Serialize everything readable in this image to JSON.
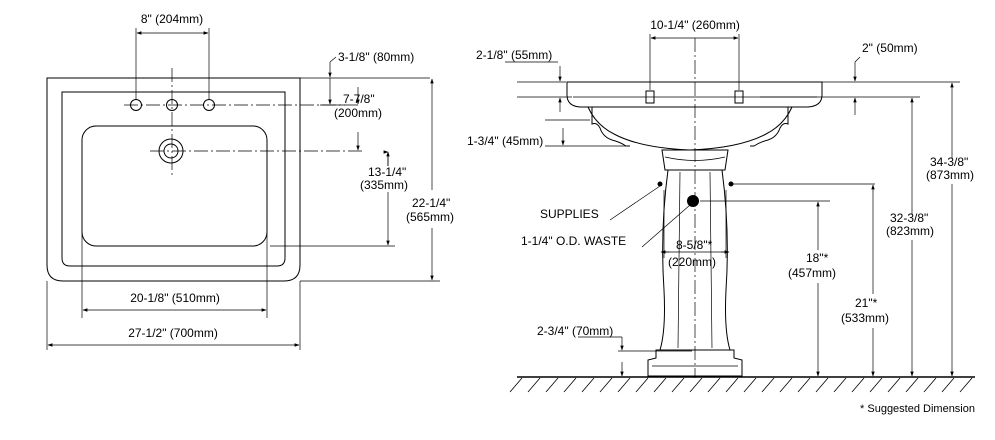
{
  "top_view": {
    "faucet_spread": "8\" (204mm)",
    "back_to_holes": "3-1/8\" (80mm)",
    "holes_to_drain_in": "7-7/8\"",
    "holes_to_drain_mm": "(200mm)",
    "bowl_depth_in": "13-1/4\"",
    "bowl_depth_mm": "(335mm)",
    "overall_depth_in": "22-1/4\"",
    "overall_depth_mm": "(565mm)",
    "bowl_width": "20-1/8\" (510mm)",
    "overall_width": "27-1/2\" (700mm)"
  },
  "side_view": {
    "faucet_centers": "10-1/4\" (260mm)",
    "rim_thickness": "2-1/8\" (55mm)",
    "rim_lip": "2\" (50mm)",
    "skirt_height": "1-3/4\" (45mm)",
    "supplies_label": "SUPPLIES",
    "waste_label": "1-1/4\" O.D. WASTE",
    "pedestal_width_in": "8-5/8\"*",
    "pedestal_width_mm": "(220mm)",
    "waste_height_in": "18\"*",
    "waste_height_mm": "(457mm)",
    "supply_height_in": "21\"*",
    "supply_height_mm": "(533mm)",
    "rim_height_in": "32-3/8\"",
    "rim_height_mm": "(823mm)",
    "overall_height_in": "34-3/8\"",
    "overall_height_mm": "(873mm)",
    "base_height": "2-3/4\" (70mm)"
  },
  "footnote": "* Suggested Dimension"
}
